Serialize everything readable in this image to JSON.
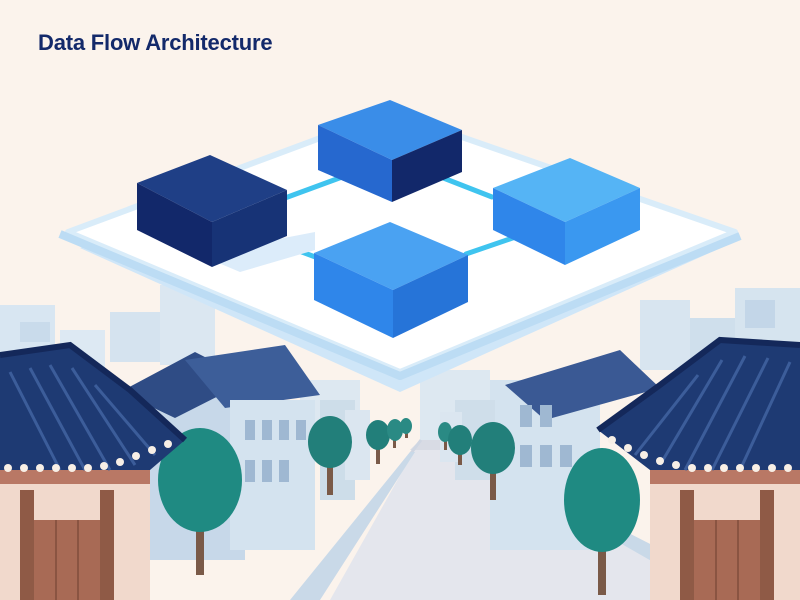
{
  "title": "Data Flow Architecture",
  "diagram": {
    "nodes": [
      {
        "id": "node-1",
        "shade": "dark"
      },
      {
        "id": "node-2",
        "shade": "medium"
      },
      {
        "id": "node-3",
        "shade": "light"
      },
      {
        "id": "node-4",
        "shade": "medium"
      }
    ],
    "connections": [
      {
        "from": "node-1",
        "to": "node-2"
      },
      {
        "from": "node-2",
        "to": "node-3"
      },
      {
        "from": "node-1",
        "to": "node-4"
      },
      {
        "from": "node-4",
        "to": "node-3"
      }
    ]
  },
  "colors": {
    "title": "#13296a",
    "sky": "#fbf3ec",
    "platform": "#ffffff",
    "platform_edge": "#d7ecfa",
    "connector": "#3fc4ef",
    "node_dark": "#1a3a7c",
    "node_medium": "#2f86ea",
    "node_light": "#3aa3f2",
    "roof": "#1e3a73",
    "tree": "#1f8a82",
    "road": "#e4e6ed",
    "building": "#c4d6e8"
  },
  "icons": {
    "node": "isometric-cube-icon",
    "connection": "connector-line",
    "tree": "tree-icon",
    "roof": "tiled-roof-icon"
  }
}
